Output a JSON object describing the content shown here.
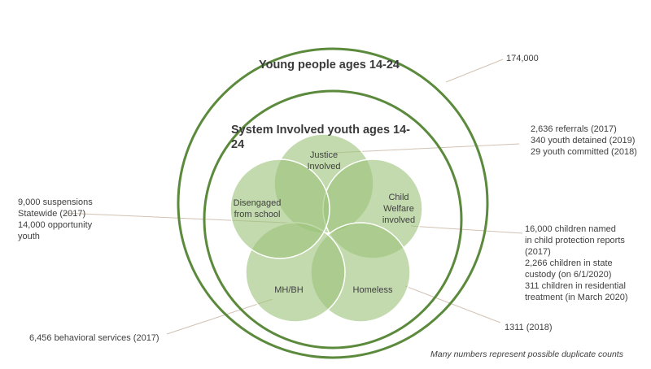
{
  "outer": {
    "title": "Young people ages 14-24",
    "count": "174,000"
  },
  "inner": {
    "title_line1": "System Involved youth ages 14-",
    "title_line2": "24"
  },
  "circles": {
    "justice": {
      "line1": "Justice",
      "line2": "Involved"
    },
    "child_welfare": {
      "line1": "Child",
      "line2": "Welfare",
      "line3": "involved"
    },
    "homeless": {
      "line1": "Homeless"
    },
    "mhbh": {
      "line1": "MH/BH"
    },
    "disengaged": {
      "line1": "Disengaged",
      "line2": "from school"
    }
  },
  "callouts": {
    "justice": [
      "2,636 referrals (2017)",
      "340 youth detained (2019)",
      "29 youth committed (2018)"
    ],
    "disengaged": [
      "9,000 suspensions",
      "Statewide (2017)",
      "14,000 opportunity",
      "youth"
    ],
    "child_welfare": [
      "16,000 children named",
      "in child protection reports",
      "(2017)",
      "2,266 children in state",
      "custody (on 6/1/2020)",
      "311 children in residential",
      "treatment (in March 2020)"
    ],
    "mhbh": [
      "6,456 behavioral services (2017)"
    ],
    "homeless": [
      "1311 (2018)"
    ]
  },
  "footnote": "Many numbers represent possible duplicate counts",
  "colors": {
    "ring": "#5b8a3c",
    "petal": "#9cc47a",
    "leader": "#c9b8a6",
    "text": "#404040"
  }
}
